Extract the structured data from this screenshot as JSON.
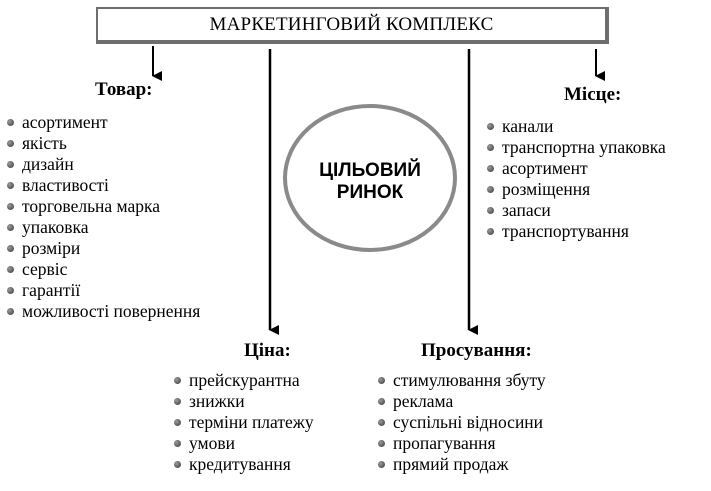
{
  "title": "МАРКЕТИНГОВИЙ КОМПЛЕКС",
  "center": {
    "line1": "ЦІЛЬОВИЙ",
    "line2": "РИНОК"
  },
  "product": {
    "heading": "Товар:",
    "items": [
      "асортимент",
      "якість",
      "дизайн",
      "властивості",
      "торговельна марка",
      "упаковка",
      "розміри",
      "сервіс",
      "гарантії",
      "можливості повернення"
    ]
  },
  "place": {
    "heading": "Місце:",
    "items": [
      "канали",
      "транспортна упаковка",
      "асортимент",
      "розміщення",
      "запаси",
      "транспортування"
    ]
  },
  "price": {
    "heading": "Ціна:",
    "items": [
      "прейскурантна",
      "знижки",
      "терміни платежу",
      "умови",
      "кредитування"
    ]
  },
  "promotion": {
    "heading": "Просування:",
    "items": [
      "стимулювання збуту",
      "реклама",
      "суспільні відносини",
      "пропагування",
      "прямий продаж"
    ]
  },
  "colors": {
    "box_border": "#6e6e6e",
    "circle_stroke": "#8a8a8a",
    "line": "#000000"
  }
}
